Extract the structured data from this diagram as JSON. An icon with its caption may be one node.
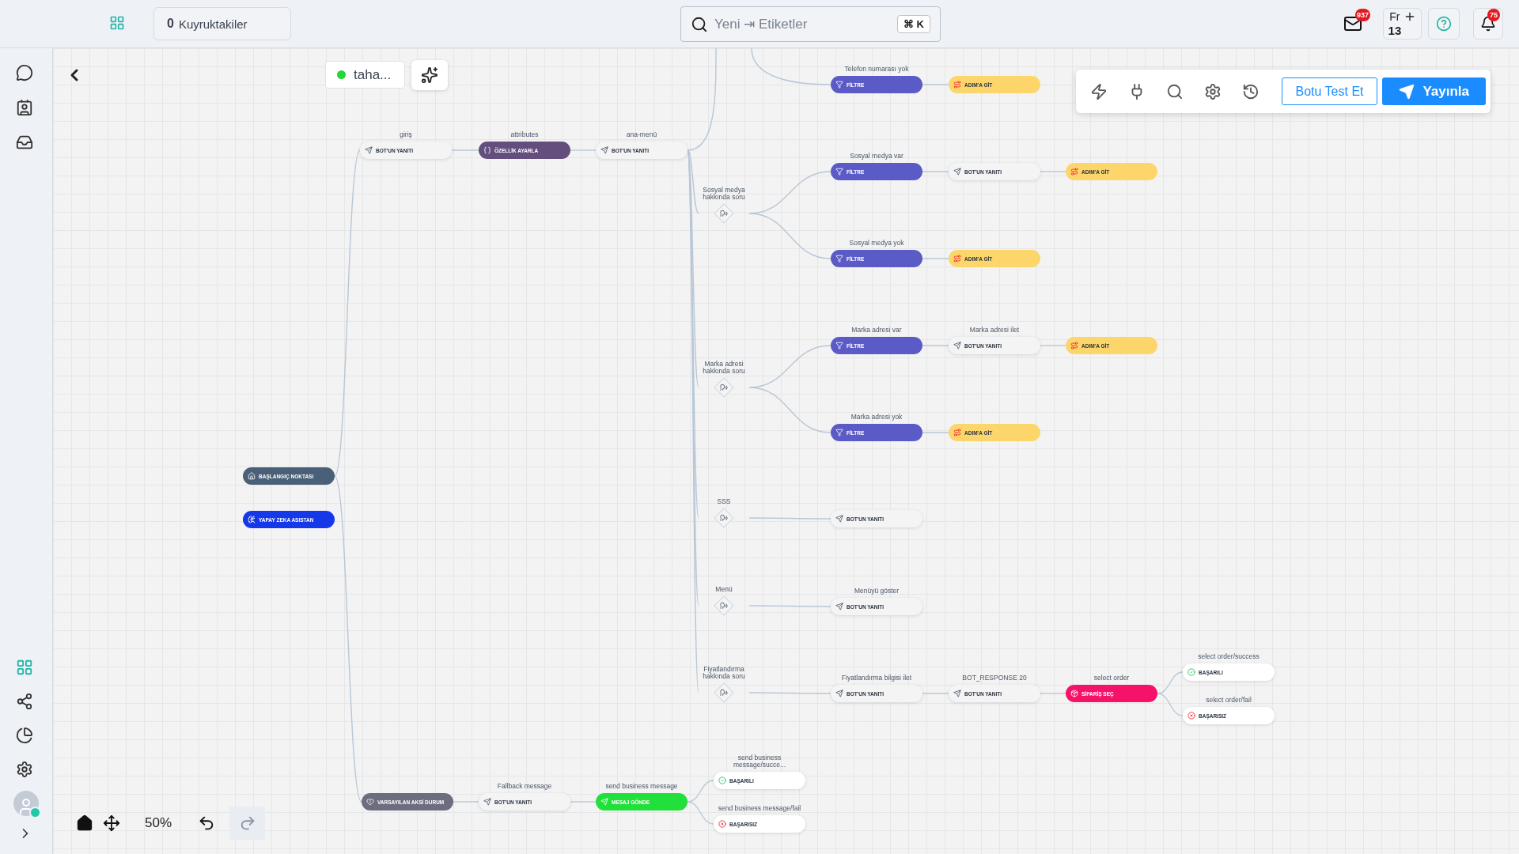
{
  "diagram": {
    "nodes": [
      {
        "text": [
          "BAŞLANGIÇ NOKTASI"
        ]
      },
      {
        "text": [
          "YAPAY ZEKA ASISTAN"
        ]
      },
      {
        "text": [
          "giriş",
          "BOT'UN YANITI"
        ]
      },
      {
        "text": [
          "attributes",
          "ÖZELLİK AYARLA"
        ]
      },
      {
        "text": [
          "ana-menü",
          "BOT'UN YANITI"
        ]
      },
      {
        "text": [
          "Telefon numarası yok",
          "FİLTRE"
        ]
      },
      {
        "text": [
          "ADIM'A GİT"
        ]
      },
      {
        "text": [
          "Sosyal medya hakkında soru"
        ]
      },
      {
        "text": [
          "Sosyal medya var",
          "FİLTRE"
        ]
      },
      {
        "text": [
          "BOT'UN YANITI"
        ]
      },
      {
        "text": [
          "ADIM'A GİT"
        ]
      },
      {
        "text": [
          "Sosyal medya yok",
          "FİLTRE"
        ]
      },
      {
        "text": [
          "ADIM'A GİT"
        ]
      },
      {
        "text": [
          "Marka adresi hakkında soru"
        ]
      },
      {
        "text": [
          "Marka adresi var",
          "FİLTRE"
        ]
      },
      {
        "text": [
          "Marka adresi ilet",
          "BOT'UN YANITI"
        ]
      },
      {
        "text": [
          "ADIM'A GİT"
        ]
      },
      {
        "text": [
          "Marka adresi yok",
          "FİLTRE"
        ]
      },
      {
        "text": [
          "ADIM'A GİT"
        ]
      },
      {
        "text": [
          "SSS"
        ]
      },
      {
        "text": [
          "BOT'UN YANITI"
        ]
      },
      {
        "text": [
          "Menü"
        ]
      },
      {
        "text": [
          "Menüyü göster",
          "BOT'UN YANITI"
        ]
      },
      {
        "text": [
          "Fiyatlandırma hakkında soru"
        ]
      },
      {
        "text": [
          "Fiyatlandırma bilgisi ilet",
          "BOT'UN YANITI"
        ]
      },
      {
        "text": [
          "BOT_RESPONSE 20",
          "BOT'UN YANITI"
        ]
      },
      {
        "text": [
          "select order",
          "SİPARİŞ SEÇ"
        ]
      },
      {
        "text": [
          "select order/success",
          "BAŞARILI"
        ]
      },
      {
        "text": [
          "select order/fail",
          "BAŞARISIZ"
        ]
      },
      {
        "text": [
          "VARSAYILAN AKSİ DURUM"
        ]
      },
      {
        "text": [
          "Fallback message",
          "BOT'UN YANITI"
        ]
      },
      {
        "text": [
          "send business message",
          "MESAJ GÖNDE"
        ]
      },
      {
        "text": [
          "send business message/succe...",
          "BAŞARILI"
        ]
      },
      {
        "text": [
          "send business message/fail",
          "BAŞARISIZ"
        ]
      }
    ],
    "edges": [
      {
        "from": 0,
        "to": 2,
        "arrow": "none"
      },
      {
        "from": 0,
        "to": 29,
        "arrow": "none"
      },
      {
        "from": 2,
        "to": 3,
        "arrow": "none"
      },
      {
        "from": 3,
        "to": 4,
        "arrow": "none"
      },
      {
        "from": 4,
        "to": null,
        "arrow": "none"
      },
      {
        "from": null,
        "to": 5,
        "arrow": "none"
      },
      {
        "from": 5,
        "to": 6,
        "arrow": "none"
      },
      {
        "from": 4,
        "to": 7,
        "arrow": "none"
      },
      {
        "from": 7,
        "to": 8,
        "arrow": "none"
      },
      {
        "from": 8,
        "to": 9,
        "arrow": "none"
      },
      {
        "from": 9,
        "to": 10,
        "arrow": "none"
      },
      {
        "from": 7,
        "to": 11,
        "arrow": "none"
      },
      {
        "from": 11,
        "to": 12,
        "arrow": "none"
      },
      {
        "from": 4,
        "to": 13,
        "arrow": "none"
      },
      {
        "from": 13,
        "to": 14,
        "arrow": "none"
      },
      {
        "from": 14,
        "to": 15,
        "arrow": "none"
      },
      {
        "from": 15,
        "to": 16,
        "arrow": "none"
      },
      {
        "from": 13,
        "to": 17,
        "arrow": "none"
      },
      {
        "from": 17,
        "to": 18,
        "arrow": "none"
      },
      {
        "from": 4,
        "to": 19,
        "arrow": "none"
      },
      {
        "from": 19,
        "to": 20,
        "arrow": "none"
      },
      {
        "from": 4,
        "to": 21,
        "arrow": "none"
      },
      {
        "from": 21,
        "to": 22,
        "arrow": "none"
      },
      {
        "from": 4,
        "to": 23,
        "arrow": "none"
      },
      {
        "from": 23,
        "to": 24,
        "arrow": "none"
      },
      {
        "from": 24,
        "to": 25,
        "arrow": "none"
      },
      {
        "from": 25,
        "to": 26,
        "arrow": "none"
      },
      {
        "from": 26,
        "to": 27,
        "arrow": "none"
      },
      {
        "from": 26,
        "to": 28,
        "arrow": "none"
      },
      {
        "from": 29,
        "to": 30,
        "arrow": "none"
      },
      {
        "from": 30,
        "to": 31,
        "arrow": "none"
      },
      {
        "from": 31,
        "to": 32,
        "arrow": "none"
      },
      {
        "from": 31,
        "to": 33,
        "arrow": "none"
      }
    ],
    "labels": [
      "0",
      "Kuyruktakiler",
      "Yeni ⇥ Etiketler",
      "⌘ K",
      "937",
      "Fr",
      "13",
      "75",
      "taha...",
      "Botu Test Et",
      "Yayınla",
      "50%"
    ]
  }
}
